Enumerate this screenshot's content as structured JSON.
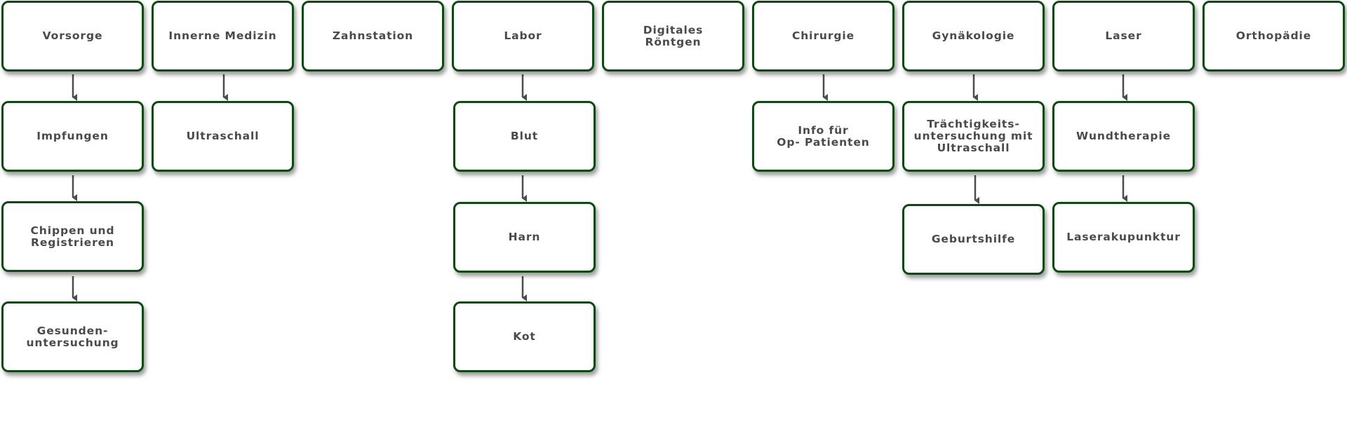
{
  "accent_color": "#0d4a12",
  "text_color": "#4a4a4a",
  "columns": [
    {
      "top": "Vorsorge",
      "children": [
        "Impfungen",
        "Chippen und\nRegistrieren",
        "Gesunden-\nuntersuchung"
      ]
    },
    {
      "top": "Innerne Medizin",
      "children": [
        "Ultraschall"
      ]
    },
    {
      "top": "Zahnstation",
      "children": []
    },
    {
      "top": "Labor",
      "children": [
        "Blut",
        "Harn",
        "Kot"
      ]
    },
    {
      "top": "Digitales\nRöntgen",
      "children": []
    },
    {
      "top": "Chirurgie",
      "children": [
        "Info für\nOp- Patienten"
      ]
    },
    {
      "top": "Gynäkologie",
      "children": [
        "Trächtigkeits-\nuntersuchung mit\nUltraschall",
        "Geburtshilfe"
      ]
    },
    {
      "top": "Laser",
      "children": [
        "Wundtherapie",
        "Laserakupunktur"
      ]
    },
    {
      "top": "Orthopädie",
      "children": []
    }
  ]
}
